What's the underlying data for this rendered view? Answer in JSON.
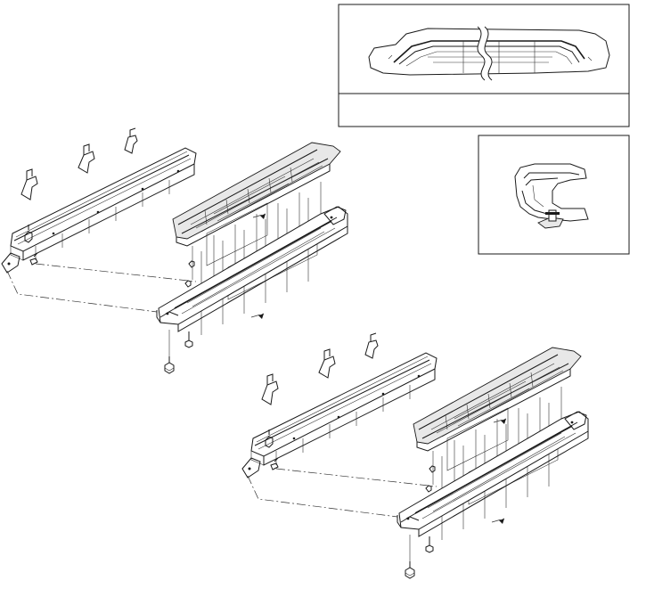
{
  "diagram": {
    "type": "exploded-assembly-illustration",
    "assemblies": [
      "left-running-board",
      "right-running-board"
    ],
    "detail_views": [
      "step-pad-profile-detail",
      "clip-section-detail"
    ],
    "colors": {
      "line": "#1a1a1a",
      "background": "#ffffff",
      "pad_fill": "#e8e8e8"
    }
  }
}
